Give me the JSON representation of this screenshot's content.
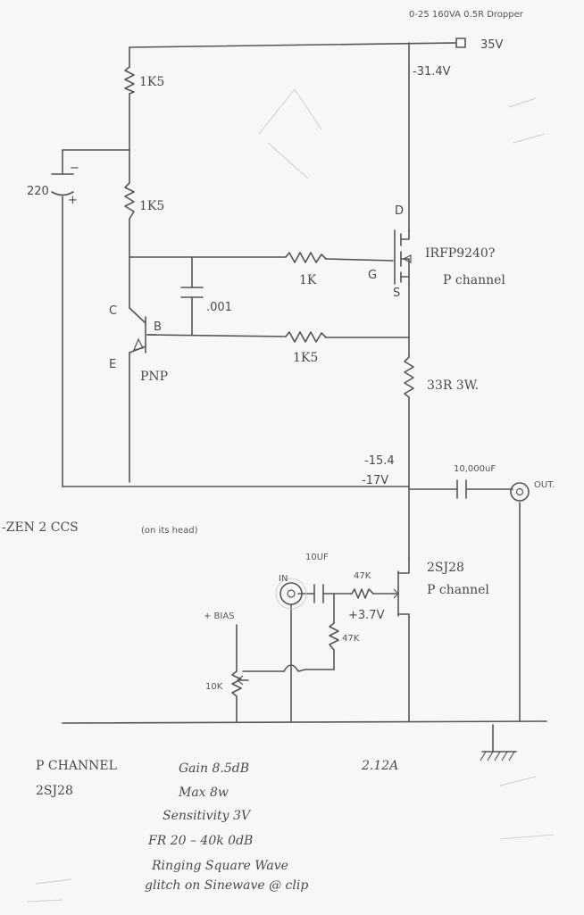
{
  "header_note": "0-25  160VA  0.5R Dropper",
  "rails": {
    "supply": "35V",
    "top_node": "-31.4V",
    "mid_node_a": "-15.4",
    "mid_node_b": "-17V"
  },
  "components": {
    "r_top": "1K5",
    "r_mid": "1K5",
    "cap_220": "220",
    "cap_minus": "−",
    "cap_plus": "+",
    "r_gate": "1K",
    "cap_001": ".001",
    "r_base": "1K5",
    "r_source": "33R 3W.",
    "cap_out": "10,000uF",
    "out_label": "OUT.",
    "in_label": "IN",
    "cap_in": "10UF",
    "r_in_series": "47K",
    "r_in_shunt": "47K",
    "v_gate": "+3.7V",
    "pot": "10K",
    "bias_label": "+ BIAS"
  },
  "mosfet_top": {
    "part": "IRFP9240?",
    "type": "P channel",
    "pin_d": "D",
    "pin_g": "G",
    "pin_s": "S"
  },
  "pnp": {
    "pin_c": "C",
    "pin_b": "B",
    "pin_e": "E",
    "type": "PNP"
  },
  "jfet": {
    "part": "2SJ28",
    "type": "P channel"
  },
  "title_note": "-ZEN 2   CCS",
  "title_aside": "(on its head)",
  "summary": {
    "channel": "P CHANNEL",
    "part": "2SJ28",
    "gain": "Gain  8.5dB",
    "current": "2.12A",
    "max": "Max   8w",
    "sens": "Sensitivity  3V",
    "fr": "FR  20 – 40k  0dB",
    "ringing": "Ringing  Square  Wave",
    "glitch": "glitch on  Sinewave @ clip"
  }
}
